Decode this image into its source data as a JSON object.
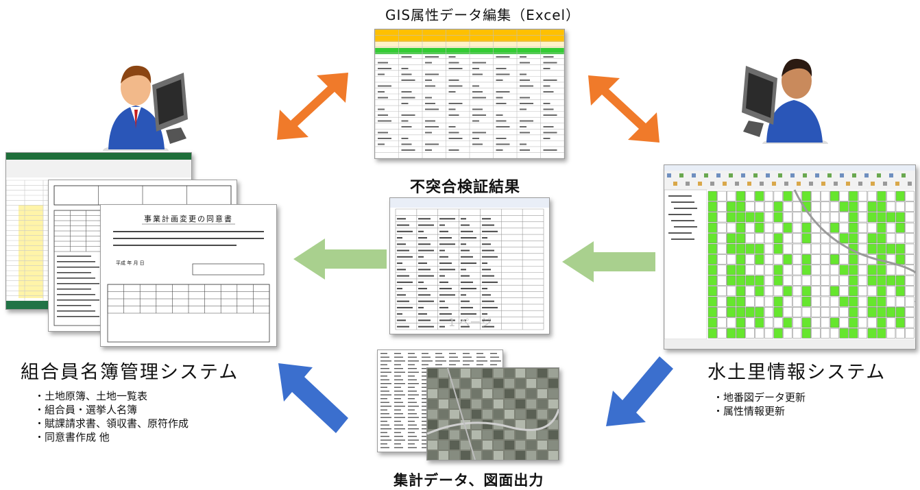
{
  "titles": {
    "excel": "GIS属性データ編集（Excel）",
    "mismatch": "不突合検証結果",
    "output": "集計データ、図面出力",
    "left_system": "組合員名簿管理システム",
    "right_system": "水土里情報システム"
  },
  "left_features": [
    "・土地原簿、土地一覧表",
    "・組合員・選挙人名簿",
    "・賦課請求書、領収書、原符作成",
    "・同意書作成 他"
  ],
  "right_features": [
    "・地番図データ更新",
    "・属性情報更新"
  ],
  "document": {
    "heading": "事業計画変更の同意書",
    "date_line": "平成  年  月  日"
  },
  "mismatch_watermark": "1 ページ",
  "icons": [
    "user-at-computer-left",
    "user-at-computer-right"
  ],
  "colors": {
    "orange_arrow": "#f07a2a",
    "green_arrow": "#a9d08e",
    "blue_arrow": "#3b6fce",
    "excel_header": "#ffc000",
    "excel_green_row": "#33cc33",
    "map_parcel": "#66e62e"
  }
}
